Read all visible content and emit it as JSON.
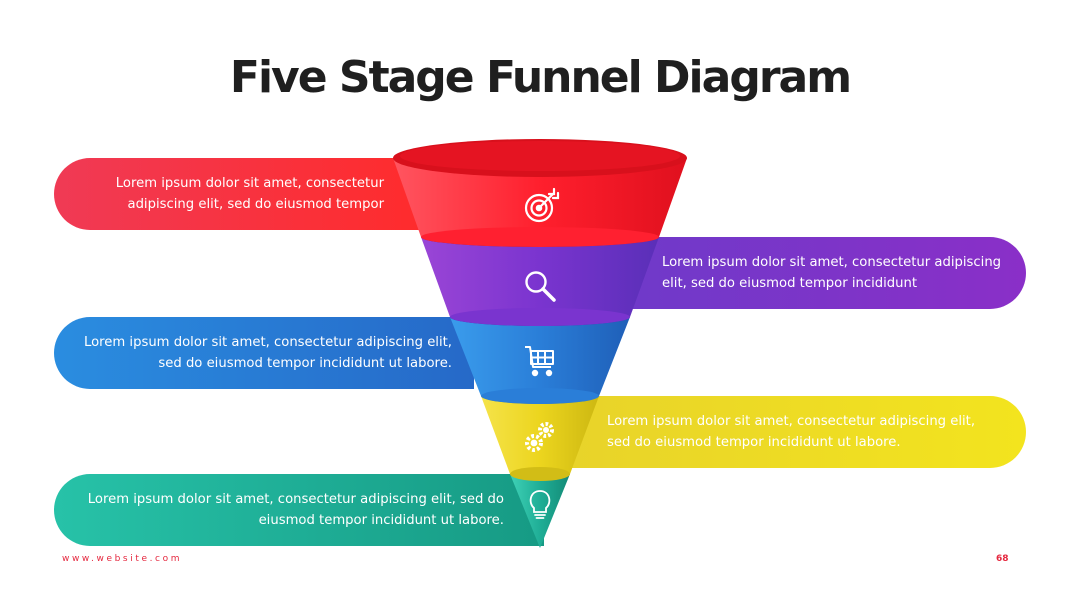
{
  "title": "Five Stage Funnel Diagram",
  "stages": [
    {
      "text": "Lorem ipsum dolor sit amet, consectetur adipiscing elit, sed do eiusmod tempor",
      "icon": "target-icon",
      "colors": [
        "#f03a55",
        "#ff2b2b"
      ]
    },
    {
      "text": "Lorem ipsum dolor sit amet, consectetur adipiscing elit, sed do eiusmod tempor incididunt",
      "icon": "search-icon",
      "colors": [
        "#8a2fc8",
        "#6b3ccc"
      ]
    },
    {
      "text": "Lorem ipsum dolor sit amet, consectetur adipiscing elit, sed do eiusmod tempor incididunt ut labore.",
      "icon": "shopping-cart-icon",
      "colors": [
        "#2a8de0",
        "#2669c8"
      ]
    },
    {
      "text": "Lorem ipsum dolor sit amet, consectetur adipiscing elit, sed do eiusmod tempor incididunt ut labore.",
      "icon": "gears-icon",
      "colors": [
        "#ead62a",
        "#f3e31e"
      ]
    },
    {
      "text": "Lorem ipsum dolor sit amet, consectetur adipiscing elit, sed do eiusmod tempor incididunt ut labore.",
      "icon": "lightbulb-icon",
      "colors": [
        "#27c2a8",
        "#169a84"
      ]
    }
  ],
  "footer": {
    "website": "www.website.com",
    "page": "68"
  }
}
